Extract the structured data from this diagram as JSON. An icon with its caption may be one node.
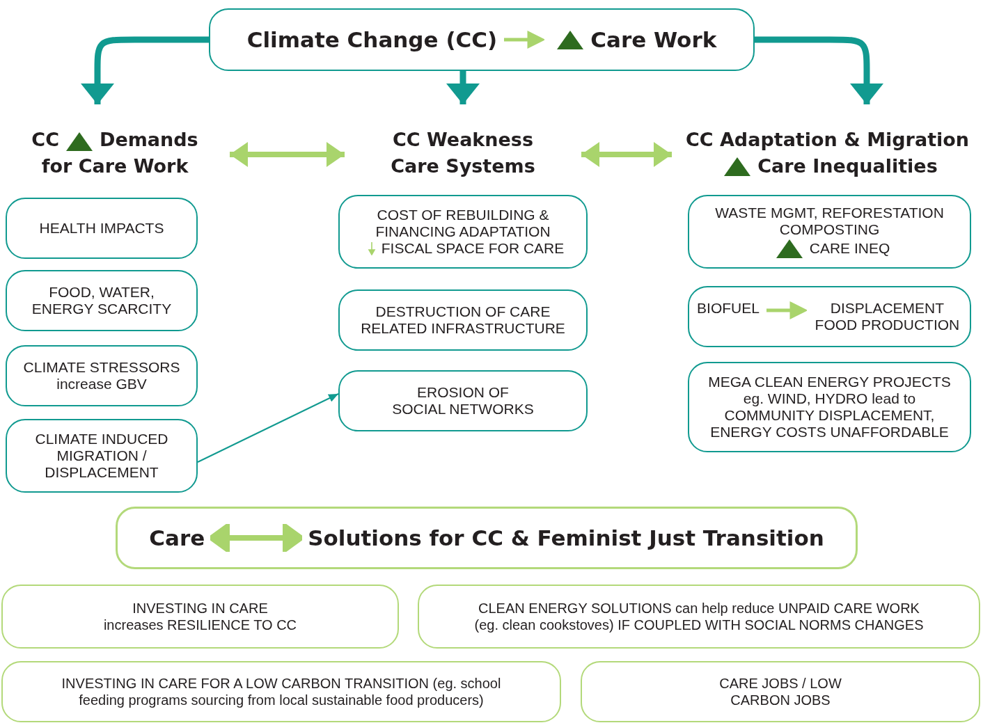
{
  "diagram": {
    "nodes": [
      {
        "text": [
          "Climate Change (CC)",
          "Care Work"
        ]
      },
      {
        "text": [
          "CC",
          "Demands for Care Work"
        ]
      },
      {
        "text": [
          "CC Weakness Care Systems"
        ]
      },
      {
        "text": [
          "CC Adaptation & Migration",
          "Care Inequalities"
        ]
      },
      {
        "text": [
          "HEALTH IMPACTS"
        ]
      },
      {
        "text": [
          "FOOD, WATER, ENERGY SCARCITY"
        ]
      },
      {
        "text": [
          "CLIMATE STRESSORS increase GBV"
        ]
      },
      {
        "text": [
          "CLIMATE INDUCED MIGRATION / DISPLACEMENT"
        ]
      },
      {
        "text": [
          "COST OF REBUILDING & FINANCING ADAPTATION",
          "FISCAL SPACE FOR CARE"
        ]
      },
      {
        "text": [
          "DESTRUCTION OF CARE RELATED INFRASTRUCTURE"
        ]
      },
      {
        "text": [
          "EROSION OF SOCIAL NETWORKS"
        ]
      },
      {
        "text": [
          "WASTE MGMT, REFORESTATION COMPOSTING",
          "CARE INEQ"
        ]
      },
      {
        "text": [
          "BIOFUEL",
          "DISPLACEMENT FOOD PRODUCTION"
        ]
      },
      {
        "text": [
          "MEGA CLEAN ENERGY PROJECTS eg. WIND, HYDRO lead to COMMUNITY DISPLACEMENT, ENERGY COSTS UNAFFORDABLE"
        ]
      },
      {
        "text": [
          "Care",
          "Solutions for CC & Feminist Just Transition"
        ]
      },
      {
        "text": [
          "INVESTING IN CARE increases RESILIENCE TO CC"
        ]
      },
      {
        "text": [
          "CLEAN ENERGY SOLUTIONS can help reduce UNPAID CARE WORK (eg. clean cookstoves) IF COUPLED WITH SOCIAL NORMS CHANGES"
        ]
      },
      {
        "text": [
          "INVESTING IN CARE FOR A LOW CARBON TRANSITION (eg. school feeding programs sourcing from local sustainable food producers)"
        ]
      },
      {
        "text": [
          "CARE JOBS / LOW CARBON JOBS"
        ]
      }
    ],
    "edges": [
      {
        "from": 0,
        "to": 1,
        "arrow": "to"
      },
      {
        "from": 0,
        "to": 2,
        "arrow": "to"
      },
      {
        "from": 0,
        "to": 3,
        "arrow": "to"
      },
      {
        "from": 1,
        "to": 2,
        "arrow": "both",
        "color": "#a9d46c"
      },
      {
        "from": 2,
        "to": 3,
        "arrow": "both",
        "color": "#a9d46c"
      },
      {
        "from": 7,
        "to": 10,
        "arrow": "to"
      }
    ]
  }
}
